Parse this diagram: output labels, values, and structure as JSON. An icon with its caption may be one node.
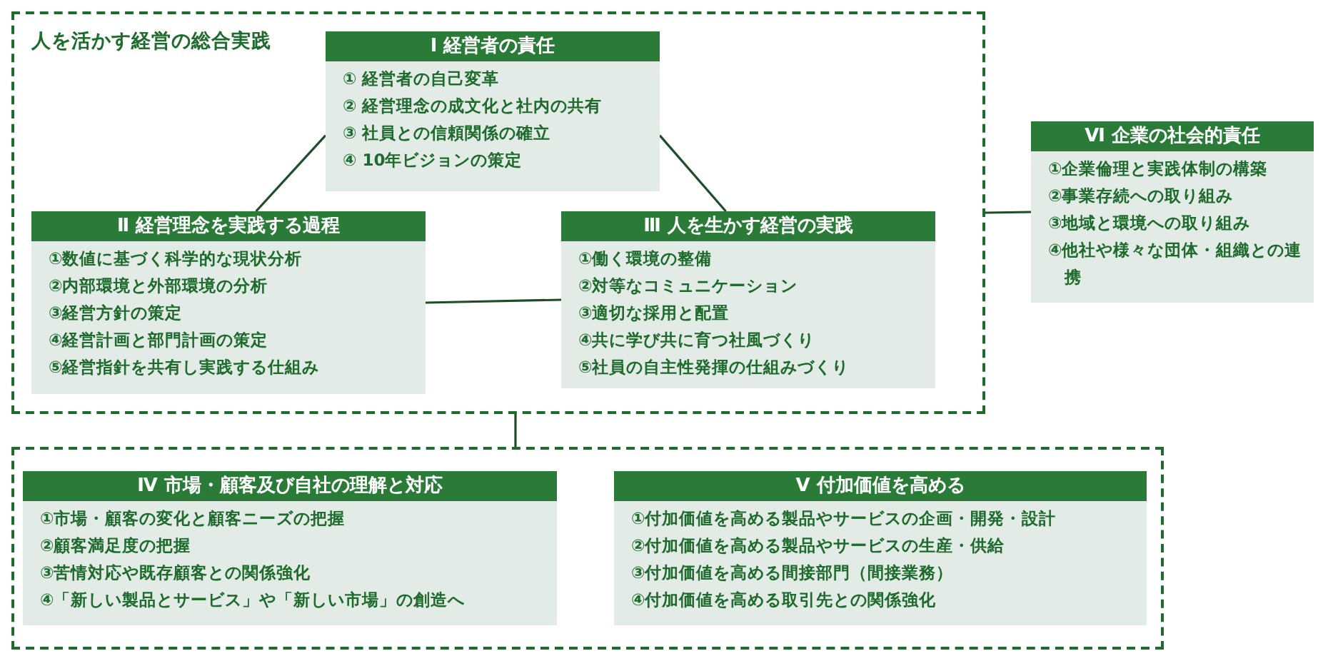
{
  "diagram": {
    "nodes": [
      {
        "text": [
          "人を活かす経営の総合実践"
        ]
      },
      {
        "text": [
          "Ⅰ 経営者の責任",
          "① 経営者の自己変革",
          "② 経営理念の成文化と社内の共有",
          "③ 社員との信頼関係の確立",
          "④ 10年ビジョンの策定"
        ],
        "in": 0
      },
      {
        "text": [
          "Ⅱ 経営理念を実践する過程",
          "①数値に基づく科学的な現状分析",
          "②内部環境と外部環境の分析",
          "③経営方針の策定",
          "④経営計画と部門計画の策定",
          "⑤経営指針を共有し実践する仕組み"
        ],
        "in": 0
      },
      {
        "text": [
          "Ⅲ 人を生かす経営の実践",
          "①働く環境の整備",
          "②対等なコミュニケーション",
          "③適切な採用と配置",
          "④共に学び共に育つ社風づくり",
          "⑤社員の自主性発揮の仕組みづくり"
        ],
        "in": 0
      },
      {
        "text": [
          "Ⅵ 企業の社会的責任",
          "①企業倫理と実践体制の構築",
          "②事業存続への取り組み",
          "③地域と環境への取り組み",
          "④他社や様々な団体・組織との連携"
        ]
      },
      {
        "text": [],
        "shape": "box"
      },
      {
        "text": [
          "Ⅳ 市場・顧客及び自社の理解と対応",
          "①市場・顧客の変化と顧客ニーズの把握",
          "②顧客満足度の把握",
          "③苦情対応や既存顧客との関係強化",
          "④「新しい製品とサービス」や「新しい市場」の創造へ"
        ],
        "in": 5
      },
      {
        "text": [
          "Ⅴ 付加価値を高める",
          "①付加価値を高める製品やサービスの企画・開発・設計",
          "②付加価値を高める製品やサービスの生産・供給",
          "③付加価値を高める間接部門（間接業務）",
          "④付加価値を高める取引先との関係強化"
        ],
        "in": 5
      }
    ],
    "edges": [
      {
        "from": 1,
        "to": 2,
        "arrow": "none"
      },
      {
        "from": 1,
        "to": 3,
        "arrow": "none"
      },
      {
        "from": 2,
        "to": 3,
        "arrow": "none"
      },
      {
        "from": 0,
        "to": 4,
        "arrow": "none"
      },
      {
        "from": 0,
        "to": 5,
        "arrow": "none"
      }
    ]
  }
}
